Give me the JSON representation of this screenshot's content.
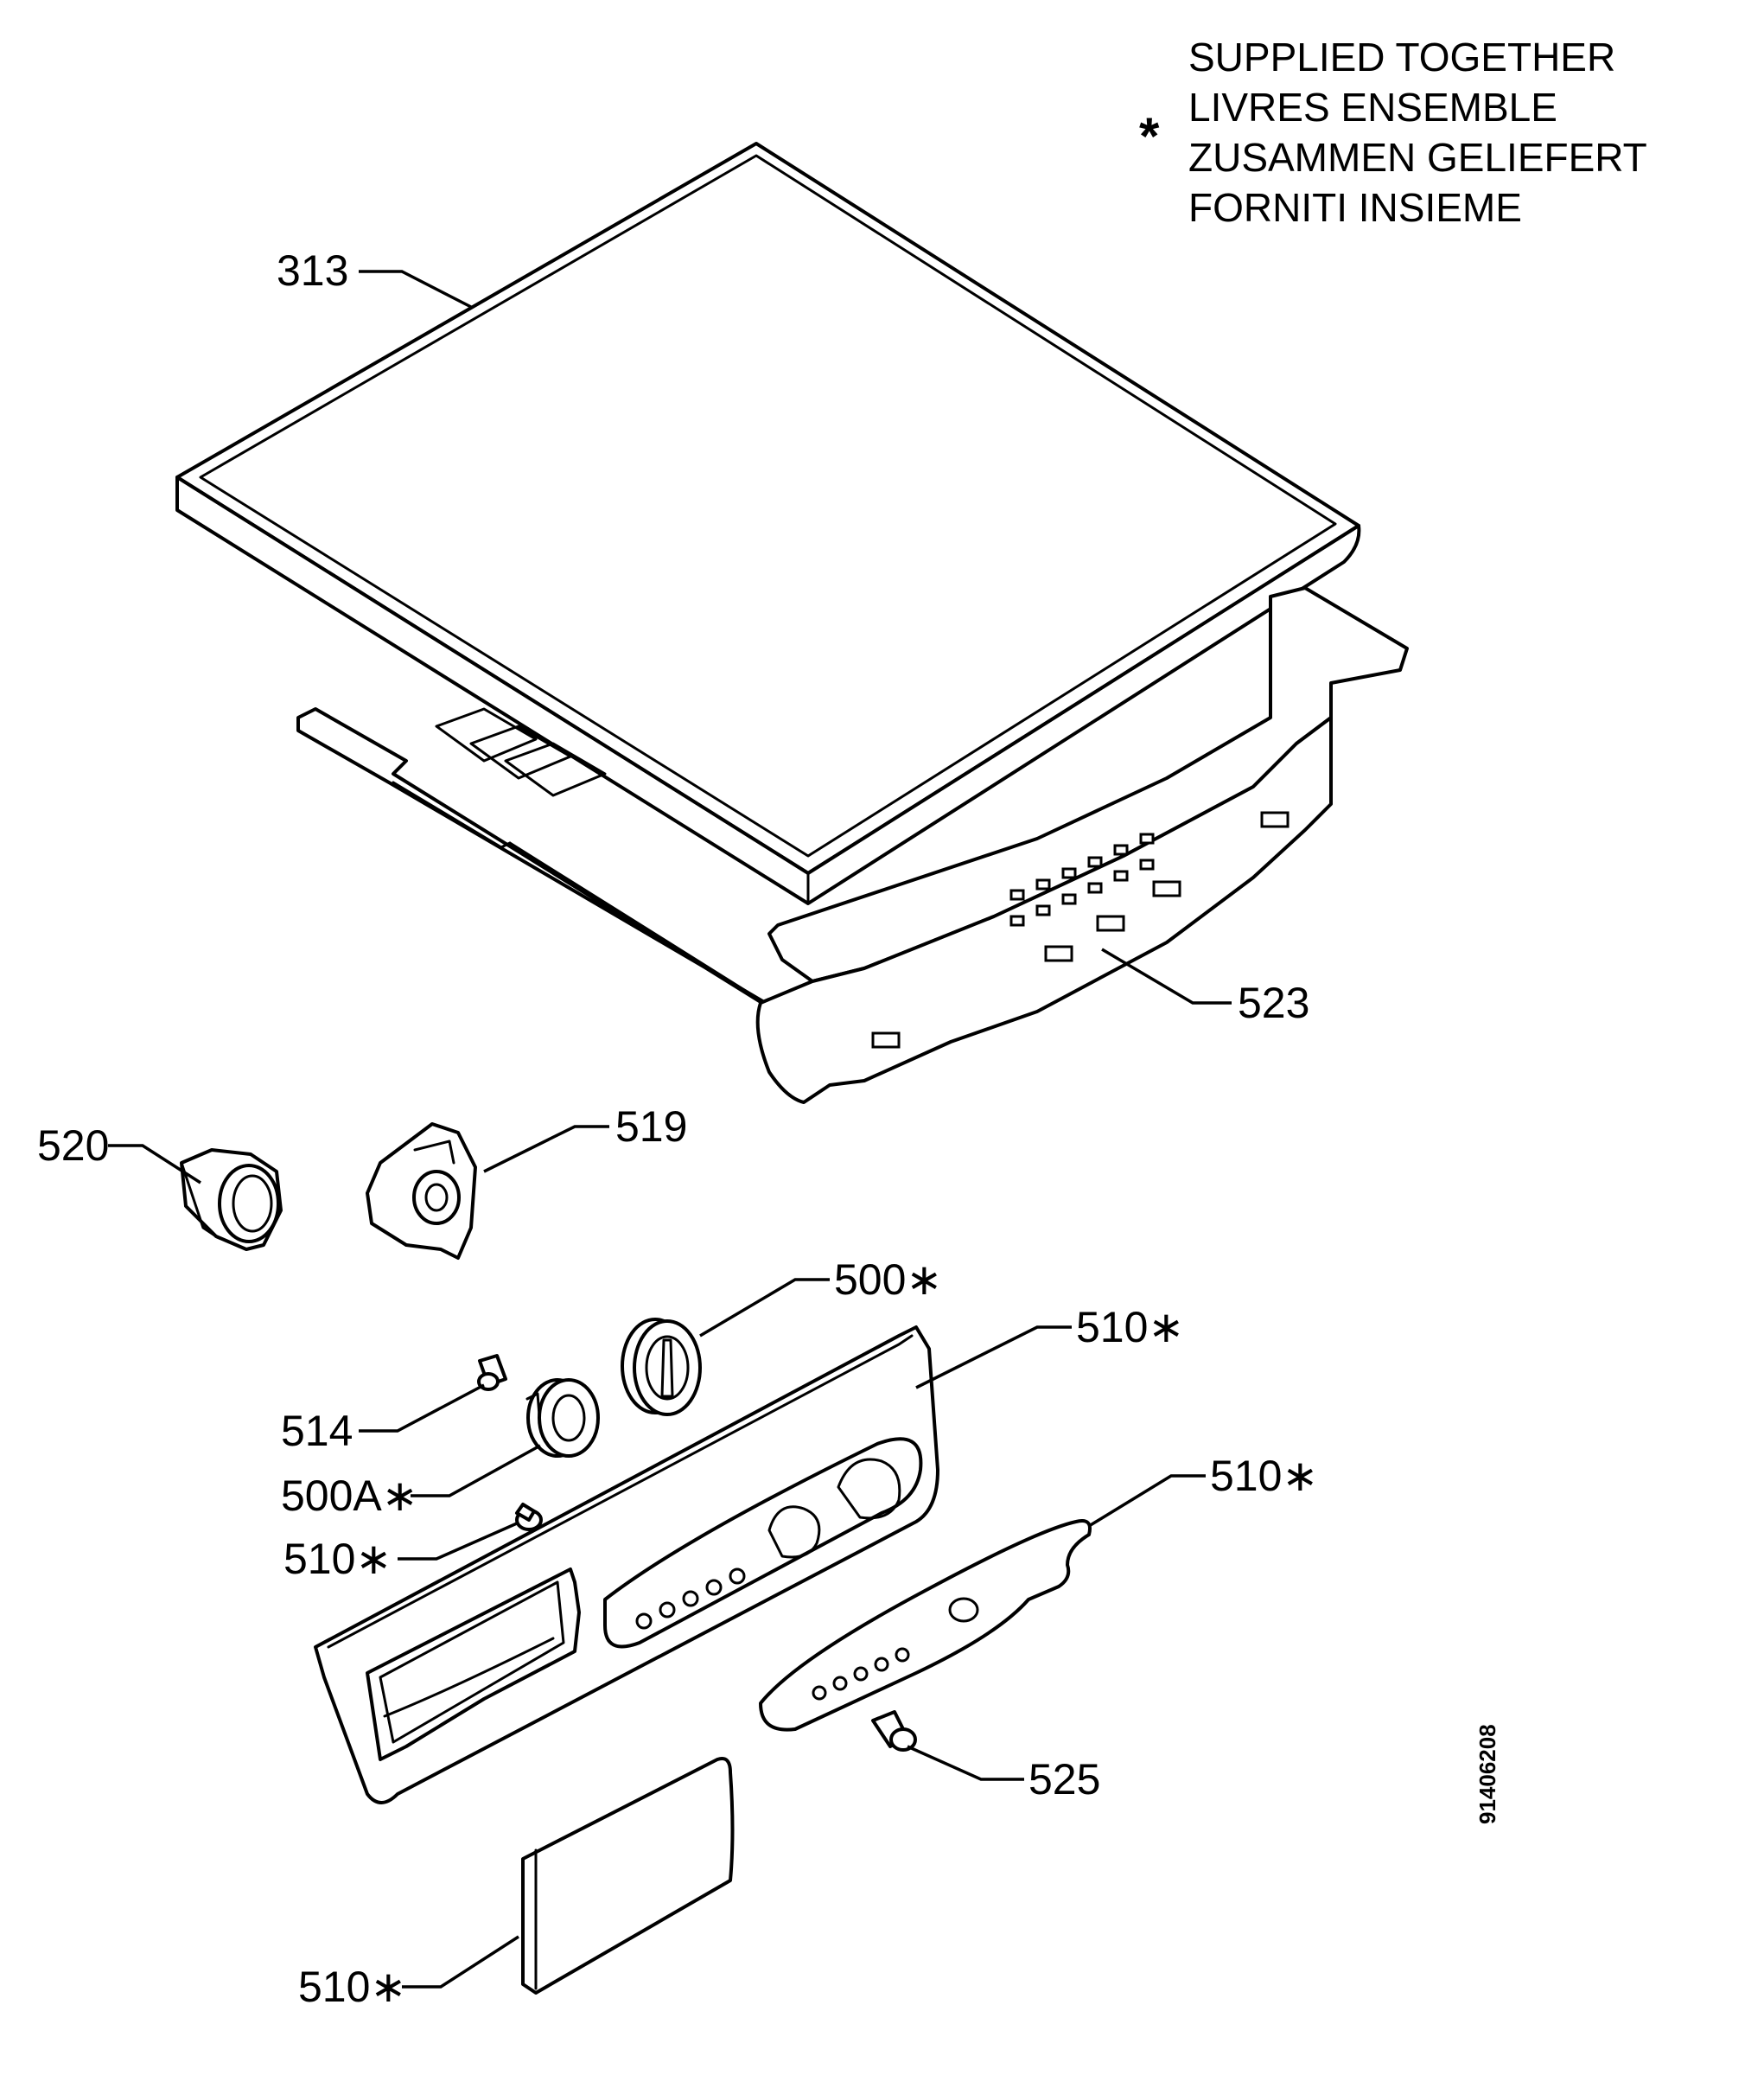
{
  "legend": {
    "symbol": "*",
    "lines": [
      "SUPPLIED TOGETHER",
      "LIVRES ENSEMBLE",
      "ZUSAMMEN GELIEFERT",
      "FORNITI INSIEME"
    ]
  },
  "document_number": "91406208",
  "callouts": [
    {
      "id": "c313",
      "label": "313"
    },
    {
      "id": "c523",
      "label": "523"
    },
    {
      "id": "c520",
      "label": "520"
    },
    {
      "id": "c519",
      "label": "519"
    },
    {
      "id": "c500",
      "label": "500∗"
    },
    {
      "id": "c510a",
      "label": "510∗"
    },
    {
      "id": "c514",
      "label": "514"
    },
    {
      "id": "c510b",
      "label": "510∗"
    },
    {
      "id": "c500a",
      "label": "500A∗"
    },
    {
      "id": "c510c",
      "label": "510∗"
    },
    {
      "id": "c525",
      "label": "525"
    },
    {
      "id": "c510d",
      "label": "510∗"
    }
  ]
}
